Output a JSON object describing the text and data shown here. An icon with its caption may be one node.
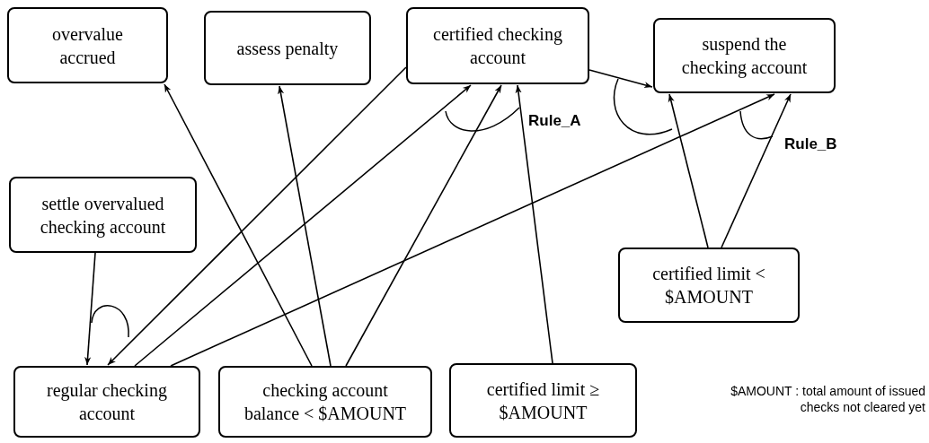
{
  "diagram": {
    "nodes": [
      {
        "text": [
          "overvalue accrued"
        ]
      },
      {
        "text": [
          "assess penalty"
        ]
      },
      {
        "text": [
          "certified checking account"
        ]
      },
      {
        "text": [
          "suspend the checking account"
        ]
      },
      {
        "text": [
          "settle overvalued checking account"
        ]
      },
      {
        "text": [
          "regular checking account"
        ]
      },
      {
        "text": [
          "checking account balance < $AMOUNT"
        ]
      },
      {
        "text": [
          "certified limit ≥ $AMOUNT"
        ]
      },
      {
        "text": [
          "certified limit < $AMOUNT"
        ]
      }
    ],
    "edges": [
      {
        "from": 2,
        "to": 5,
        "arrow": "to"
      },
      {
        "from": 5,
        "to": 2,
        "arrow": "to"
      },
      {
        "from": 5,
        "to": 3,
        "arrow": "to"
      },
      {
        "from": 6,
        "to": 0,
        "arrow": "to"
      },
      {
        "from": 6,
        "to": 1,
        "arrow": "to"
      },
      {
        "from": 6,
        "to": 2,
        "arrow": "to"
      },
      {
        "from": 7,
        "to": 2,
        "arrow": "to"
      },
      {
        "from": 2,
        "to": 3,
        "arrow": "to"
      },
      {
        "from": 8,
        "to": 3,
        "arrow": "to"
      },
      {
        "from": 8,
        "to": 3,
        "arrow": "to"
      },
      {
        "from": 4,
        "to": 5,
        "arrow": "to"
      }
    ],
    "labels": [
      "Rule_A",
      "Rule_B",
      "$AMOUNT : total amount of issued checks not cleared yet"
    ]
  }
}
